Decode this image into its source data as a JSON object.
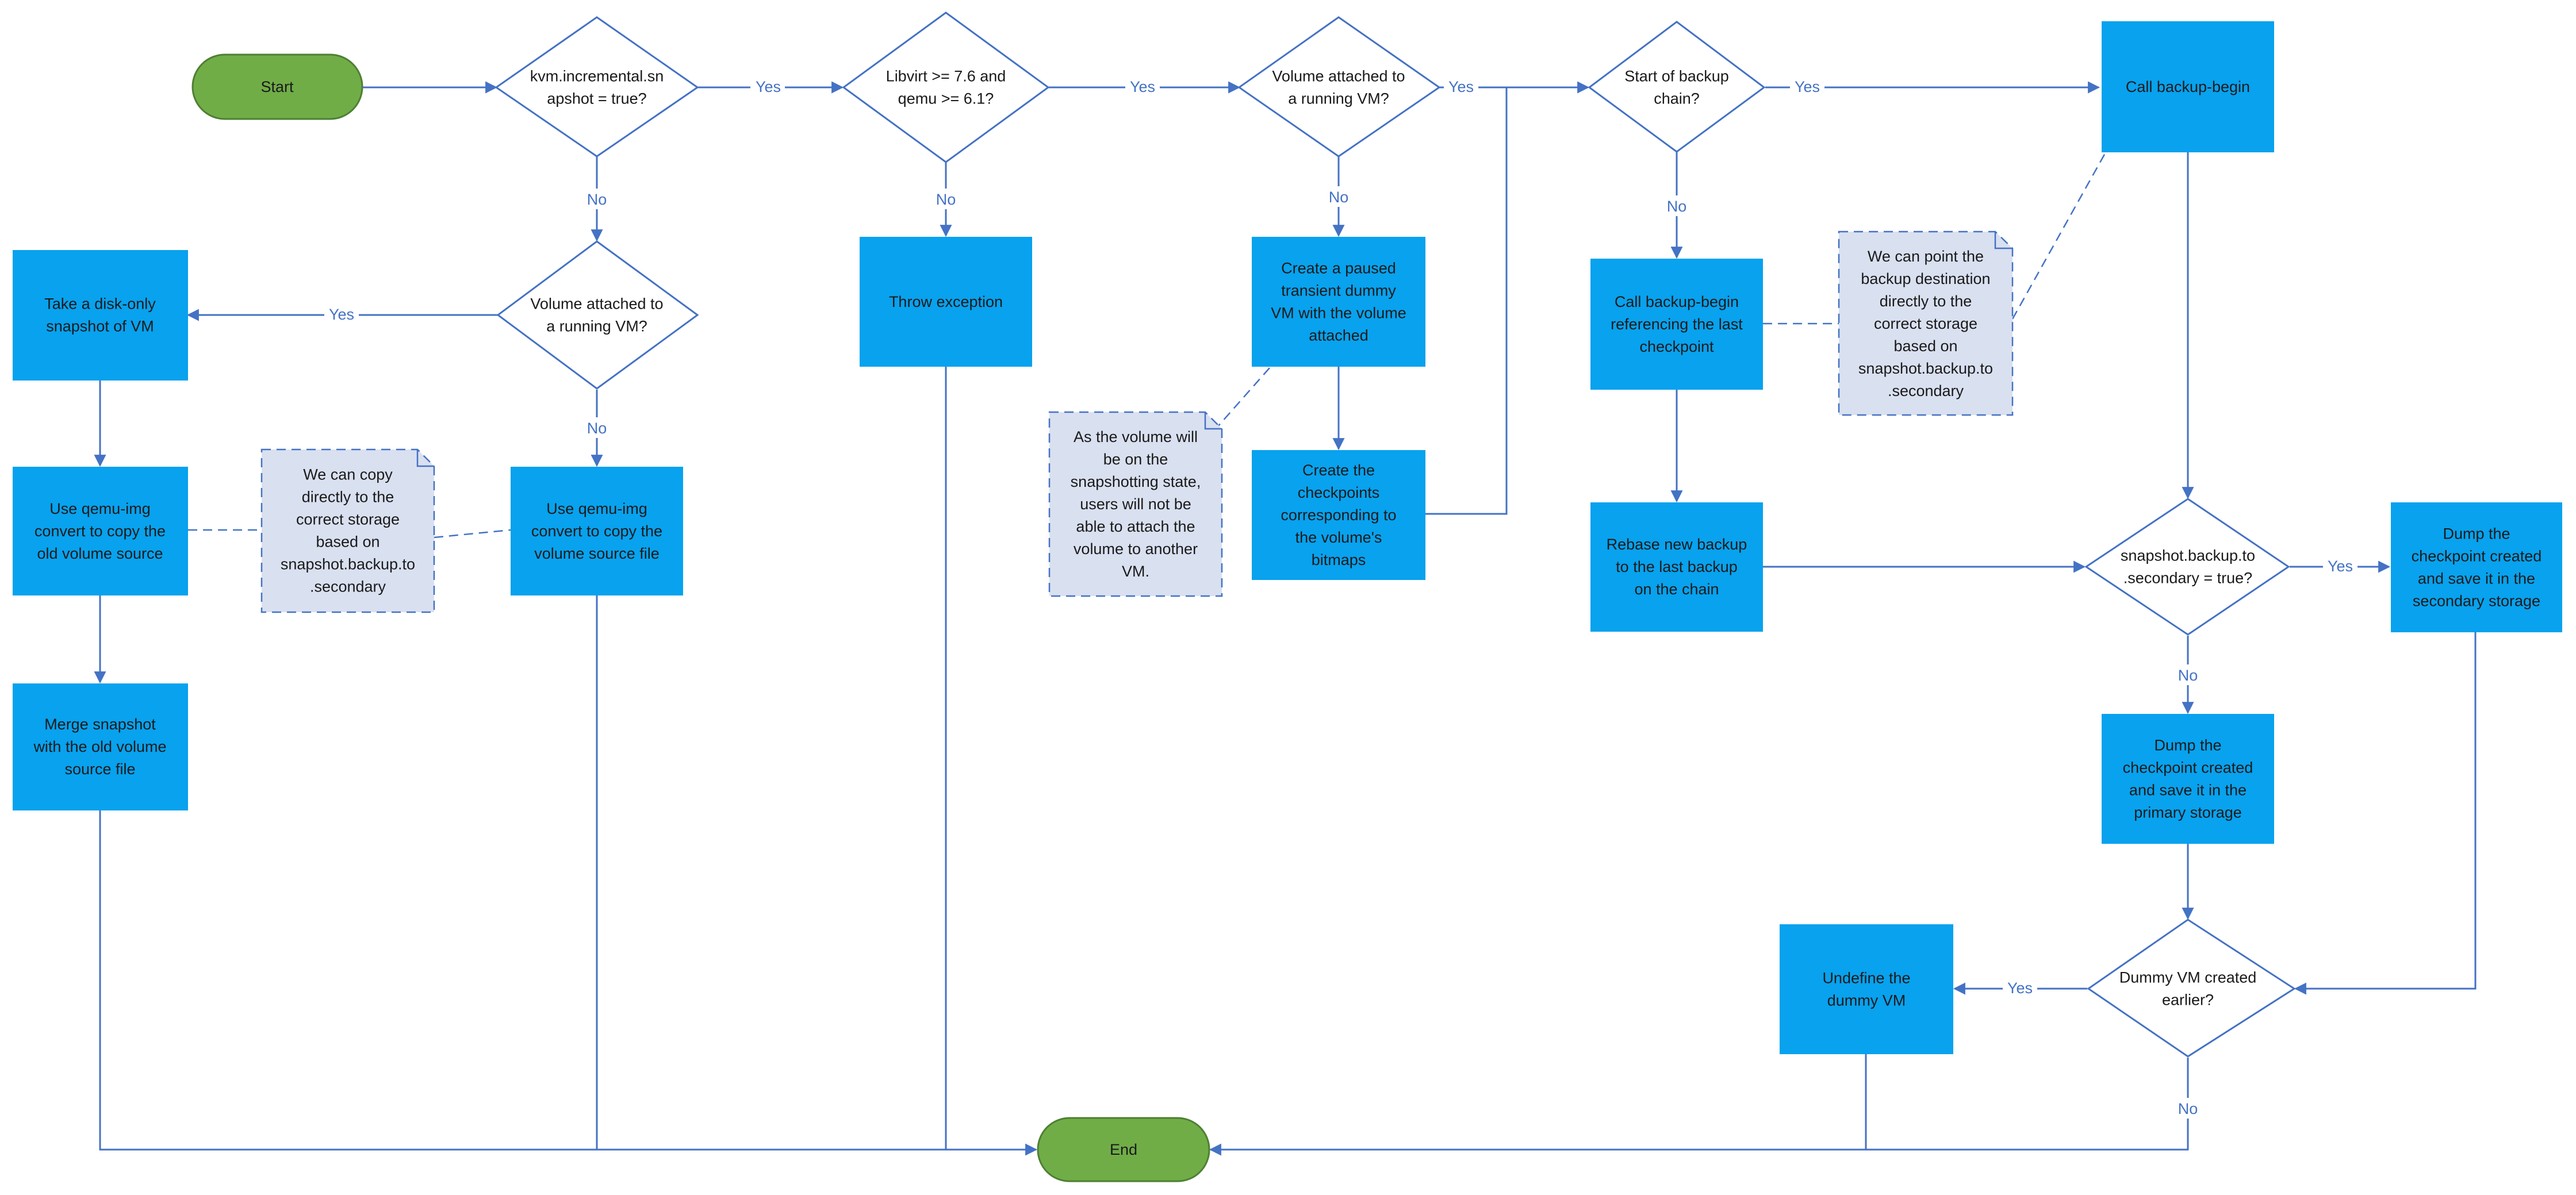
{
  "colors": {
    "process_fill": "#08a2ee",
    "terminal_fill": "#70ad47",
    "terminal_stroke": "#4e7f32",
    "line": "#4472c4",
    "note_fill": "#d9e0f0",
    "edge_label": "#4472c4"
  },
  "nodes": {
    "start": {
      "lines": [
        "Start"
      ]
    },
    "d_incremental": {
      "lines": [
        "kvm.incremental.sn",
        "apshot = true?"
      ]
    },
    "d_libvirt": {
      "lines": [
        "Libvirt >= 7.6 and",
        "qemu >= 6.1?"
      ]
    },
    "d_vol_attached_top": {
      "lines": [
        "Volume attached to",
        "a running VM?"
      ]
    },
    "d_start_chain": {
      "lines": [
        "Start of backup",
        "chain?"
      ]
    },
    "call_backup_begin": {
      "lines": [
        "Call backup-begin"
      ]
    },
    "d_vol_attached_left": {
      "lines": [
        "Volume attached to",
        "a running VM?"
      ]
    },
    "take_snapshot": {
      "lines": [
        "Take a disk-only",
        "snapshot of VM"
      ]
    },
    "use_qemu_left": {
      "lines": [
        "Use qemu-img",
        "convert to copy the",
        "old volume source"
      ]
    },
    "use_qemu_mid": {
      "lines": [
        "Use qemu-img",
        "convert to copy the",
        "volume source file"
      ]
    },
    "merge_snapshot": {
      "lines": [
        "Merge snapshot",
        "with the old volume",
        "source file"
      ]
    },
    "throw_exception": {
      "lines": [
        "Throw exception"
      ]
    },
    "create_dummy": {
      "lines": [
        "Create a paused",
        "transient dummy",
        "VM with the volume",
        "attached"
      ]
    },
    "create_checkpoints": {
      "lines": [
        "Create the",
        "checkpoints",
        "corresponding to",
        "the volume's",
        "bitmaps"
      ]
    },
    "call_backup_last": {
      "lines": [
        "Call backup-begin",
        "referencing the last",
        "checkpoint"
      ]
    },
    "rebase_backup": {
      "lines": [
        "Rebase new backup",
        "to the last backup",
        "on the chain"
      ]
    },
    "d_secondary": {
      "lines": [
        "snapshot.backup.to",
        ".secondary = true?"
      ]
    },
    "dump_secondary": {
      "lines": [
        "Dump the",
        "checkpoint created",
        "and save it in the",
        "secondary storage"
      ]
    },
    "dump_primary": {
      "lines": [
        "Dump the",
        "checkpoint created",
        "and save it in the",
        "primary storage"
      ]
    },
    "d_dummy_created": {
      "lines": [
        "Dummy VM created",
        "earlier?"
      ]
    },
    "undefine_dummy": {
      "lines": [
        "Undefine the",
        "dummy VM"
      ]
    },
    "end": {
      "lines": [
        "End"
      ]
    }
  },
  "notes": {
    "note_copy": {
      "lines": [
        "We can copy",
        "directly to the",
        "correct storage",
        "based on",
        "snapshot.backup.to",
        ".secondary"
      ]
    },
    "note_volume": {
      "lines": [
        "As the volume will",
        "be on the",
        "snapshotting state,",
        "users will not be",
        "able to attach the",
        "volume to another",
        "VM."
      ]
    },
    "note_point": {
      "lines": [
        "We can point the",
        "backup destination",
        "directly to the",
        "correct storage",
        "based on",
        "snapshot.backup.to",
        ".secondary"
      ]
    }
  },
  "edge_labels": {
    "yes": "Yes",
    "no": "No"
  }
}
